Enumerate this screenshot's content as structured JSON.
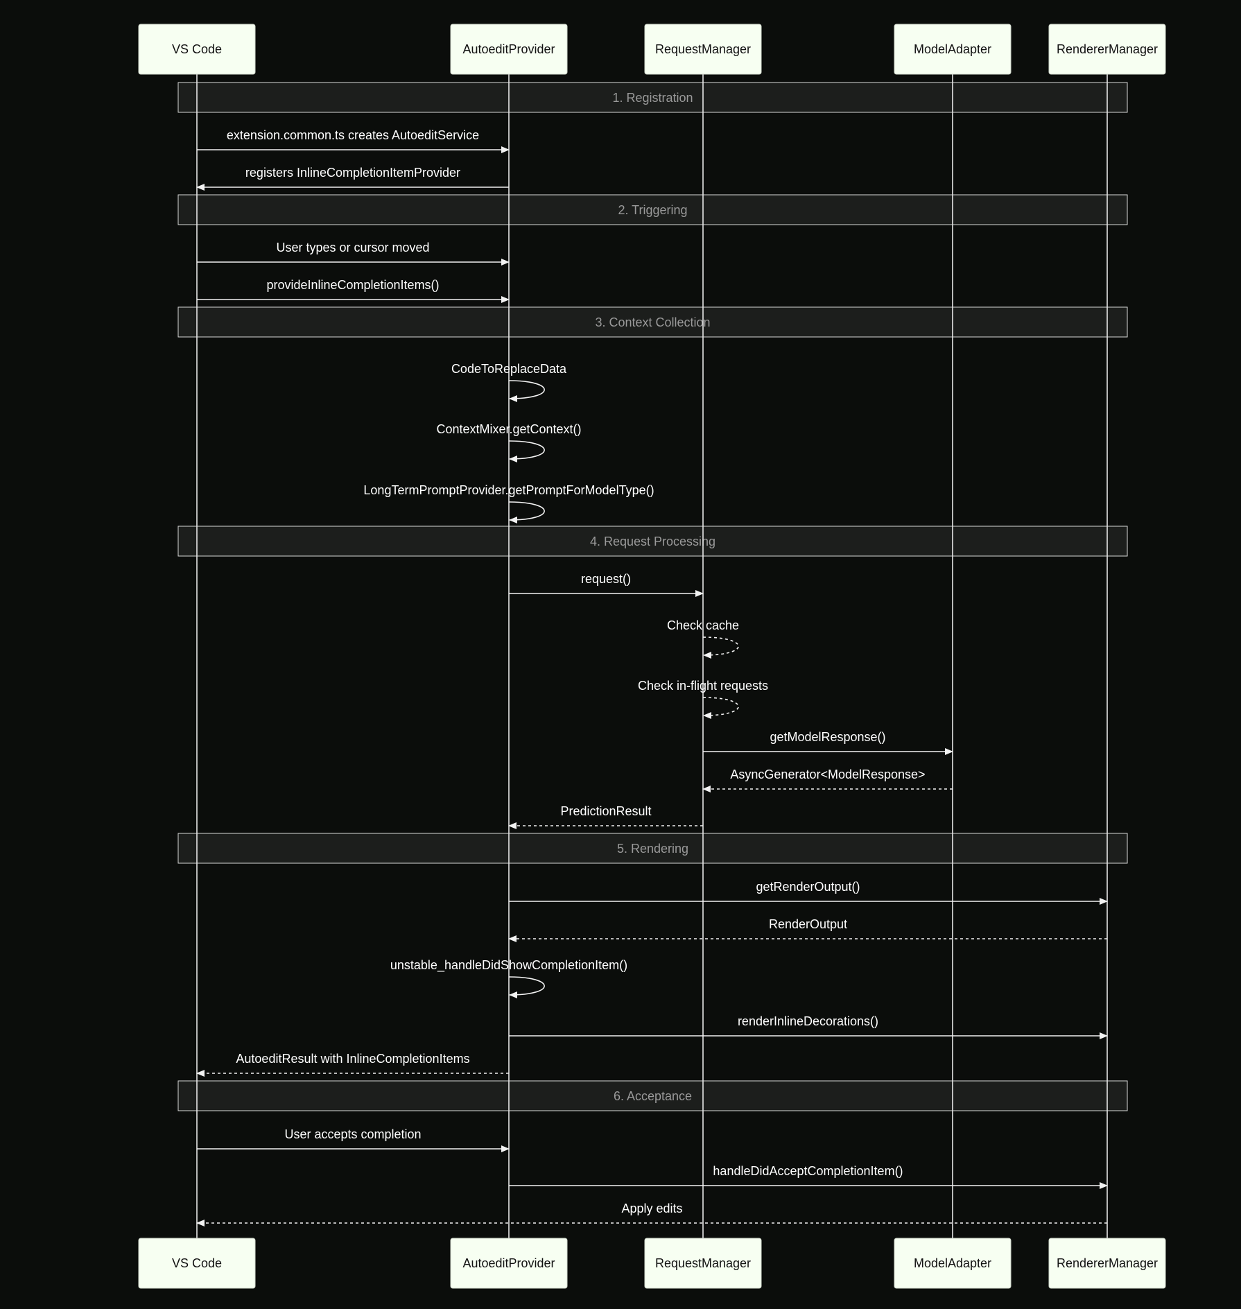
{
  "participants": [
    {
      "id": "vscode",
      "label": "VS Code"
    },
    {
      "id": "provider",
      "label": "AutoeditProvider"
    },
    {
      "id": "request",
      "label": "RequestManager"
    },
    {
      "id": "model",
      "label": "ModelAdapter"
    },
    {
      "id": "renderer",
      "label": "RendererManager"
    }
  ],
  "sections": [
    {
      "label": "1. Registration"
    },
    {
      "label": "2. Triggering"
    },
    {
      "label": "3. Context Collection"
    },
    {
      "label": "4. Request Processing"
    },
    {
      "label": "5. Rendering"
    },
    {
      "label": "6. Acceptance"
    }
  ],
  "messages": [
    {
      "from": "vscode",
      "to": "provider",
      "label": "extension.common.ts creates AutoeditService",
      "style": "solid"
    },
    {
      "from": "provider",
      "to": "vscode",
      "label": "registers InlineCompletionItemProvider",
      "style": "solid"
    },
    {
      "from": "vscode",
      "to": "provider",
      "label": "User types or cursor moved",
      "style": "solid"
    },
    {
      "from": "vscode",
      "to": "provider",
      "label": "provideInlineCompletionItems()",
      "style": "solid"
    },
    {
      "from": "provider",
      "to": "provider",
      "label": "CodeToReplaceData",
      "style": "solid"
    },
    {
      "from": "provider",
      "to": "provider",
      "label": "ContextMixer.getContext()",
      "style": "solid"
    },
    {
      "from": "provider",
      "to": "provider",
      "label": "LongTermPromptProvider.getPromptForModelType()",
      "style": "solid"
    },
    {
      "from": "provider",
      "to": "request",
      "label": "request()",
      "style": "solid"
    },
    {
      "from": "request",
      "to": "request",
      "label": "Check cache",
      "style": "dashed"
    },
    {
      "from": "request",
      "to": "request",
      "label": "Check in-flight requests",
      "style": "dashed"
    },
    {
      "from": "request",
      "to": "model",
      "label": "getModelResponse()",
      "style": "solid"
    },
    {
      "from": "model",
      "to": "request",
      "label": "AsyncGenerator<ModelResponse>",
      "style": "dashed"
    },
    {
      "from": "request",
      "to": "provider",
      "label": "PredictionResult",
      "style": "dashed"
    },
    {
      "from": "provider",
      "to": "renderer",
      "label": "getRenderOutput()",
      "style": "solid"
    },
    {
      "from": "renderer",
      "to": "provider",
      "label": "RenderOutput",
      "style": "dashed"
    },
    {
      "from": "provider",
      "to": "provider",
      "label": "unstable_handleDidShowCompletionItem()",
      "style": "solid"
    },
    {
      "from": "provider",
      "to": "renderer",
      "label": "renderInlineDecorations()",
      "style": "solid"
    },
    {
      "from": "provider",
      "to": "vscode",
      "label": "AutoeditResult with InlineCompletionItems",
      "style": "dashed"
    },
    {
      "from": "vscode",
      "to": "provider",
      "label": "User accepts completion",
      "style": "solid"
    },
    {
      "from": "provider",
      "to": "renderer",
      "label": "handleDidAcceptCompletionItem()",
      "style": "solid"
    },
    {
      "from": "renderer",
      "to": "vscode",
      "label": "Apply edits",
      "style": "dashed"
    }
  ]
}
